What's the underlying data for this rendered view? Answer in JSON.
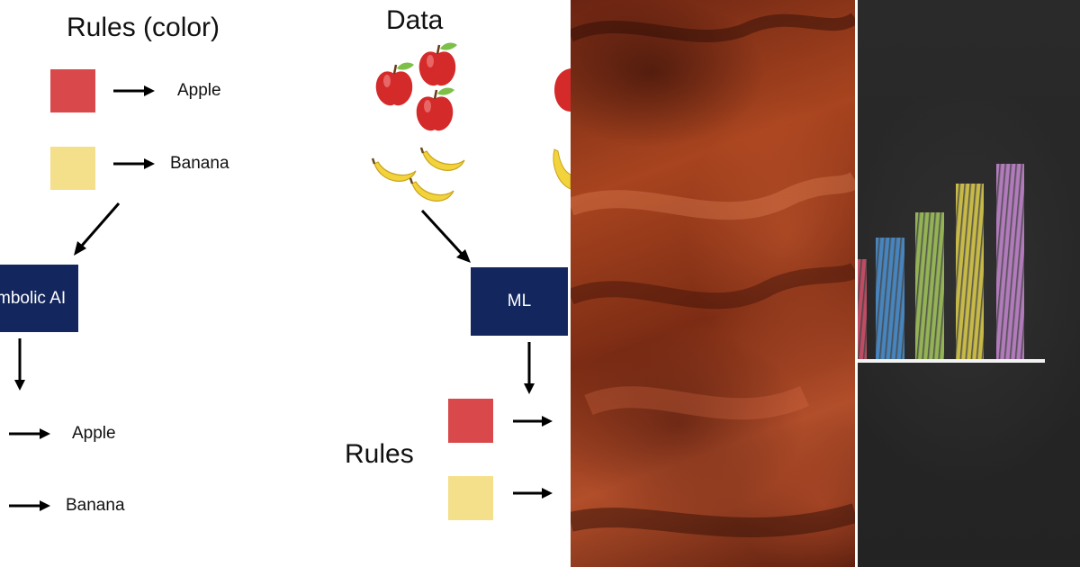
{
  "symbolic_panel": {
    "title": "Rules (color)",
    "rules": [
      {
        "color": "#d9494c",
        "label": "Apple"
      },
      {
        "color": "#f4df8a",
        "label": "Banana"
      }
    ],
    "box_label": "Symbolic AI",
    "outputs": [
      {
        "label": "Apple"
      },
      {
        "label": "Banana"
      }
    ]
  },
  "ml_panel": {
    "title": "Data",
    "box_label": "ML",
    "rules_label": "Rules",
    "output_colors": [
      "#d9494c",
      "#f4df8a"
    ]
  },
  "chalk_chart": {
    "bar_colors": [
      "#d0506a",
      "#4a8fcf",
      "#9fc25a",
      "#d8c94a",
      "#c184cc"
    ],
    "relative_heights": [
      0.51,
      0.62,
      0.75,
      0.9,
      1.0
    ]
  }
}
